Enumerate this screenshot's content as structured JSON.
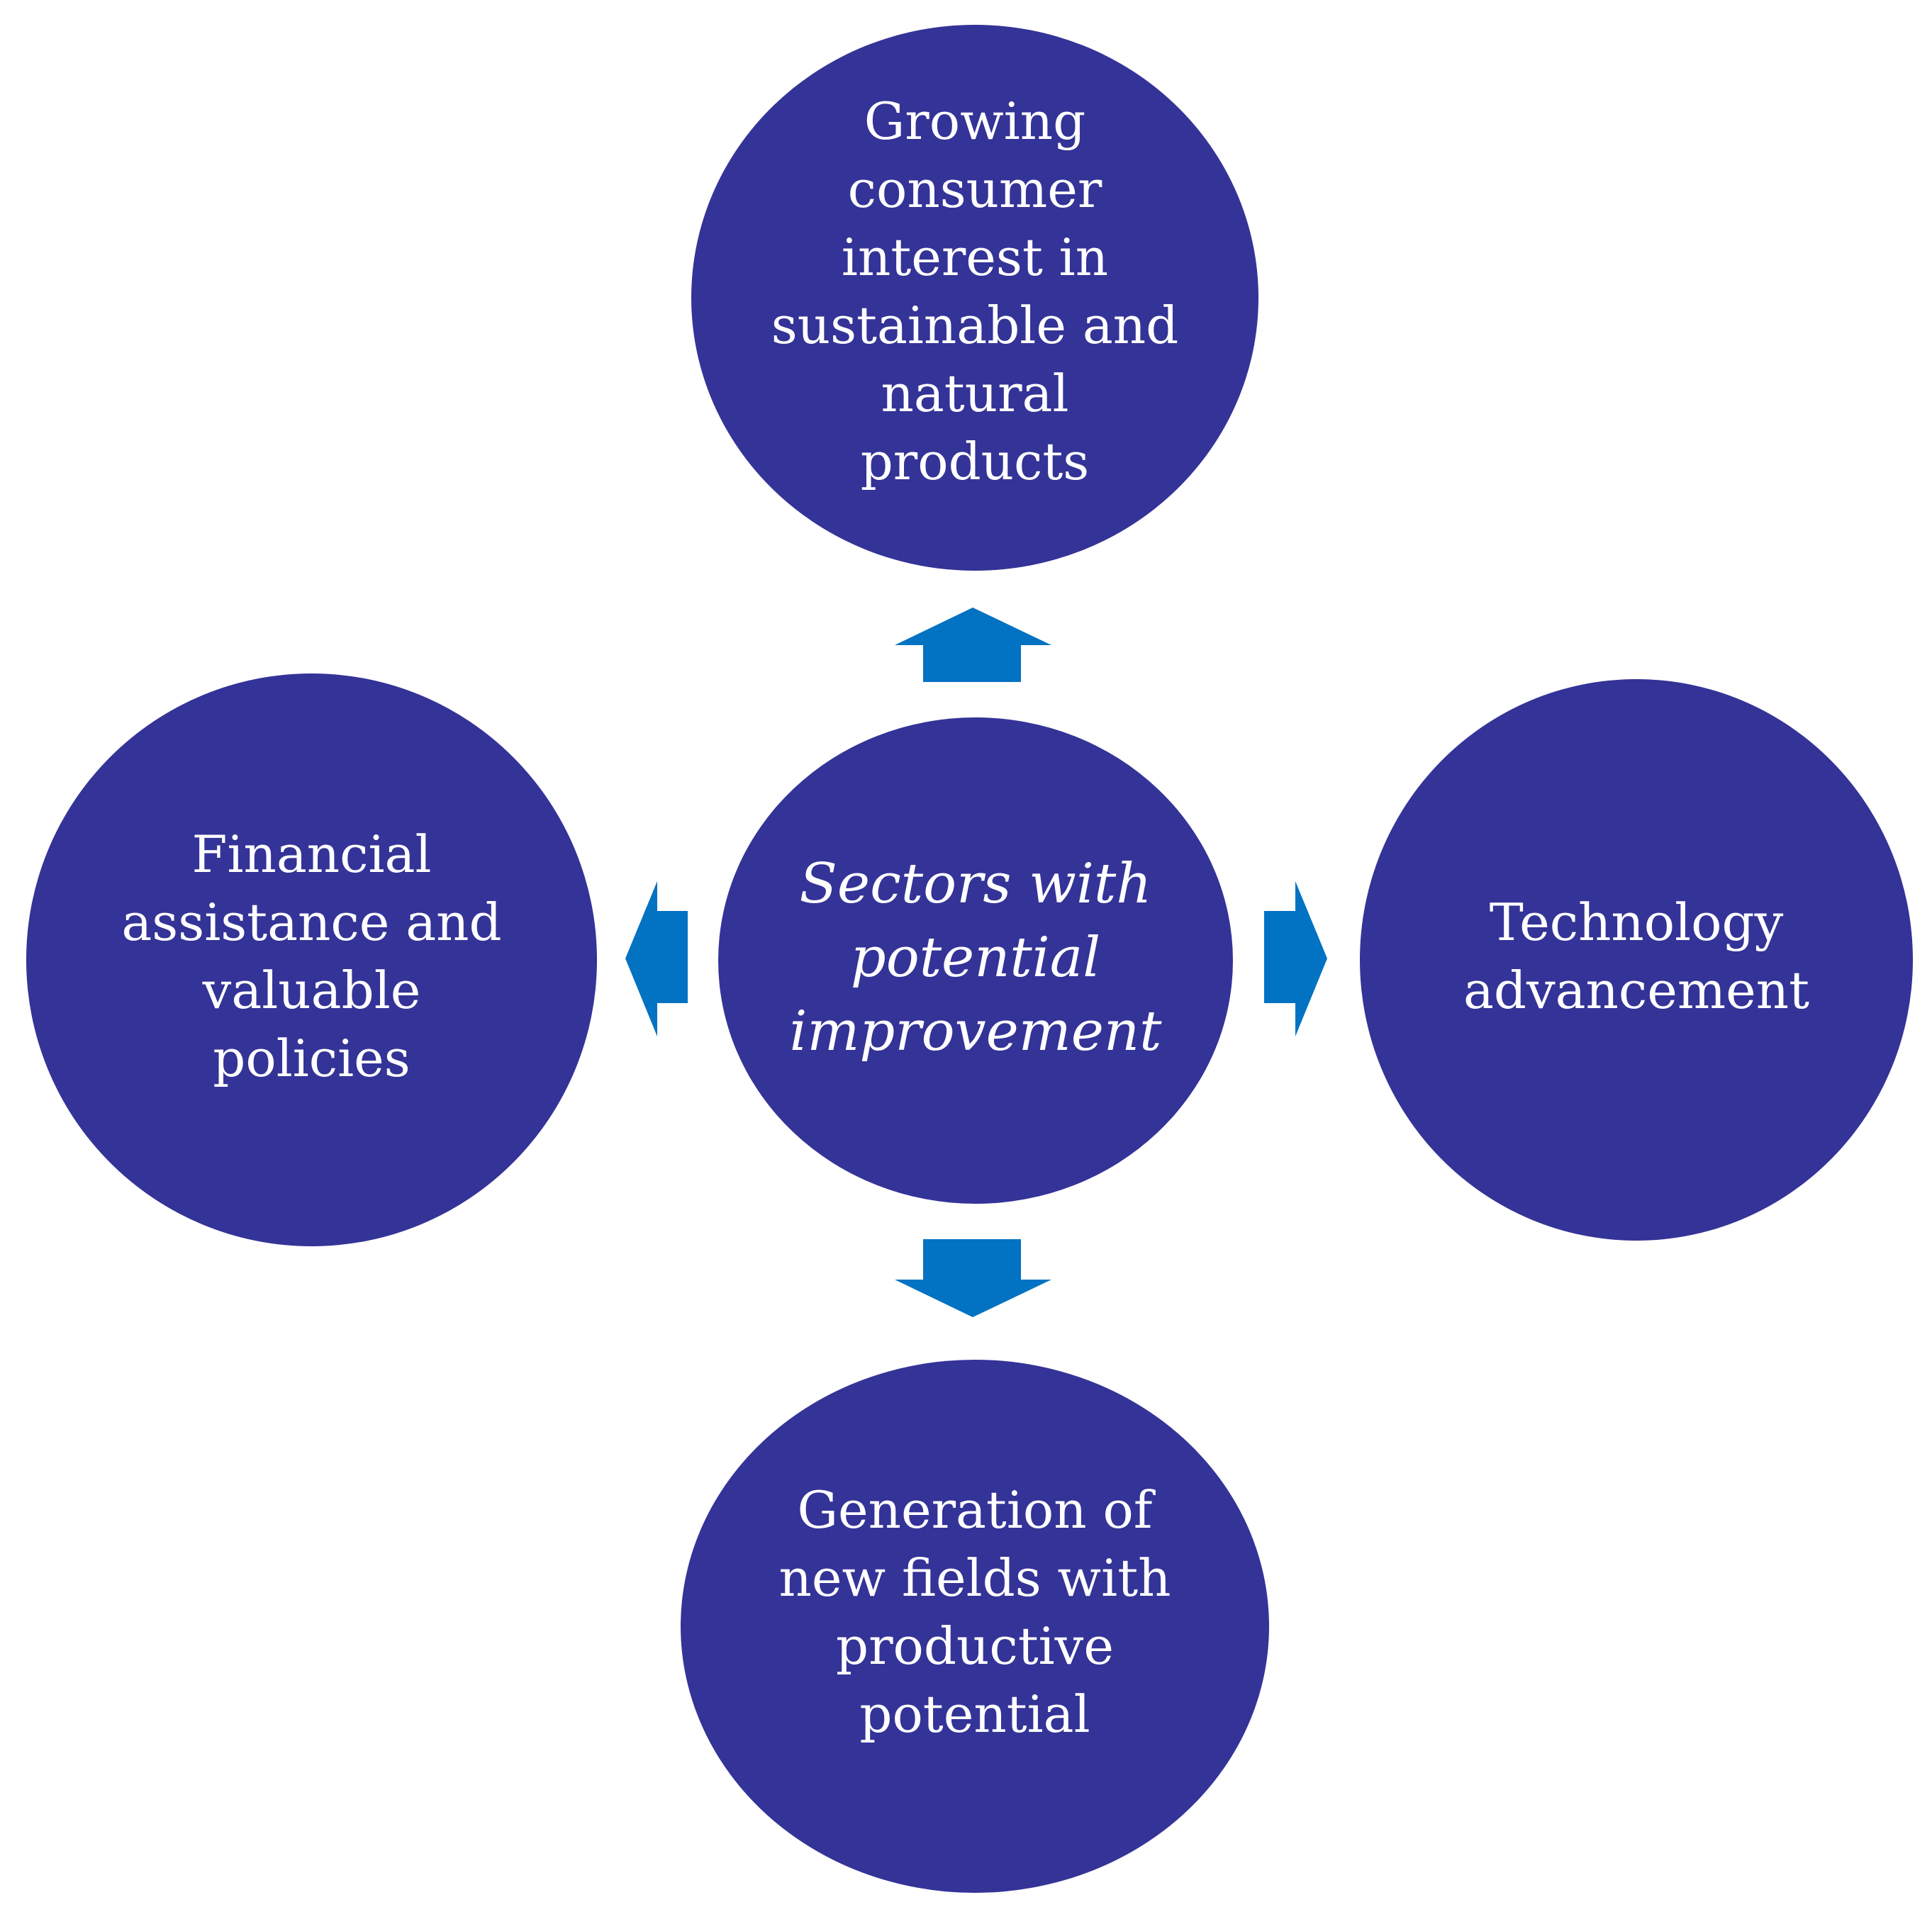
{
  "diagram": {
    "center": {
      "label": "Sectors with\npotential\nimprovement"
    },
    "nodes": {
      "top": {
        "label": "Growing\nconsumer\ninterest in\nsustainable and\nnatural\nproducts"
      },
      "left": {
        "label": "Financial\nassistance and\nvaluable\npolicies"
      },
      "right": {
        "label": "Technology\nadvancement"
      },
      "bottom": {
        "label": "Generation of\nnew fields with\nproductive\npotential"
      }
    },
    "colors": {
      "node_fill": "#343397",
      "node_text": "#ffffff",
      "arrow_fill": "#0272c2",
      "background": "#ffffff"
    }
  }
}
